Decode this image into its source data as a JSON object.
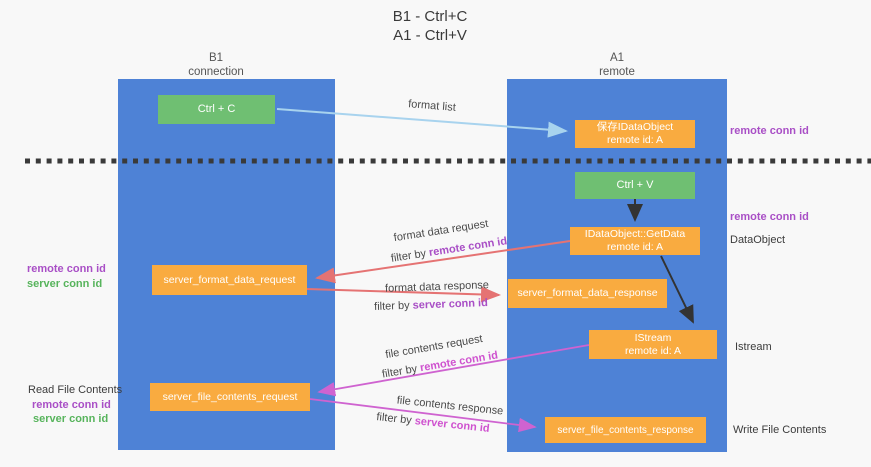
{
  "title": {
    "line1": "B1 - Ctrl+C",
    "line2": "A1 - Ctrl+V"
  },
  "lanes": {
    "left": {
      "name": "B1",
      "role": "connection"
    },
    "right": {
      "name": "A1",
      "role": "remote"
    }
  },
  "boxes": {
    "ctrl_c": {
      "label": "Ctrl + C"
    },
    "ctrl_v": {
      "label": "Ctrl + V"
    },
    "save_dataobject": {
      "line1": "保存IDataObject",
      "line2": "remote id: A"
    },
    "getdata": {
      "line1": "IDataObject::GetData",
      "line2": "remote id: A"
    },
    "istream": {
      "line1": "IStream",
      "line2": "remote id: A"
    },
    "format_request": {
      "label": "server_format_data_request"
    },
    "format_response": {
      "label": "server_format_data_response"
    },
    "file_request": {
      "label": "server_file_contents_request"
    },
    "file_response": {
      "label": "server_file_contents_response"
    }
  },
  "flows": {
    "format_list": {
      "label": "format list"
    },
    "format_request": {
      "label": "format data request",
      "filter_prefix": "filter by ",
      "filter_value": "remote conn id"
    },
    "format_response": {
      "label": "format data response",
      "filter_prefix": "filter by ",
      "filter_value": "server conn id"
    },
    "file_request": {
      "label": "file contents request",
      "filter_prefix": "filter by ",
      "filter_value": "remote conn id"
    },
    "file_response": {
      "label": "file contents response",
      "filter_prefix": "filter by ",
      "filter_value": "server conn id"
    }
  },
  "left_margin": {
    "format_remote": "remote conn id",
    "format_server": "server conn id",
    "read_title": "Read File Contents",
    "file_remote": "remote conn id",
    "file_server": "server conn id"
  },
  "right_margin": {
    "copy_remote": "remote conn id",
    "paste_remote": "remote conn id",
    "dataobject": "DataObject",
    "istream": "Istream",
    "write_title": "Write File Contents"
  },
  "colors": {
    "lane_blue": "#4e82d6",
    "box_green": "#6fbf72",
    "box_orange": "#f9ab40",
    "arrow_light_blue": "#a8d3ee",
    "arrow_salmon": "#e57373",
    "arrow_magenta": "#cf63d0",
    "arrow_black": "#333333",
    "accent_purple": "#a94fc6",
    "accent_magenta": "#cf52cf",
    "accent_green": "#57b45c"
  }
}
